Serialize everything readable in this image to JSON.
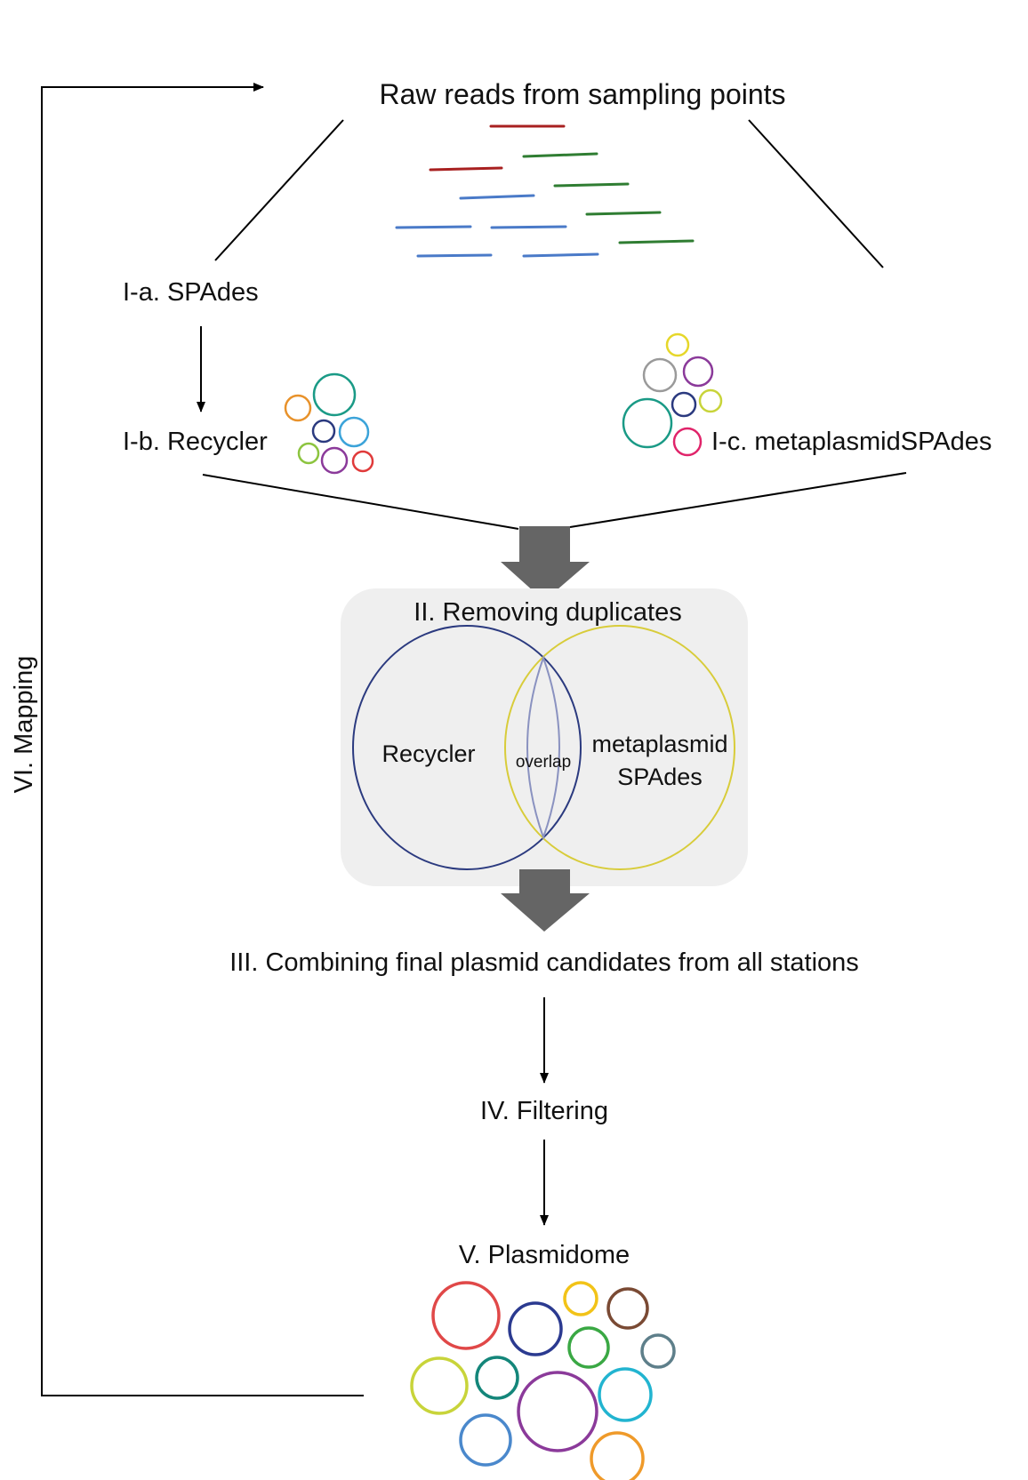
{
  "diagram": {
    "title": "Raw reads from sampling points",
    "steps": {
      "spades": "I-a. SPAdes",
      "recycler": "I-b. Recycler",
      "metaplasmidspades": "I-c. metaplasmidSPAdes",
      "removing_duplicates": "II. Removing duplicates",
      "combining": "III. Combining final plasmid candidates from all stations",
      "filtering": "IV. Filtering",
      "plasmidome": "V. Plasmidome",
      "mapping": "VI. Mapping"
    },
    "venn": {
      "left_label": "Recycler",
      "overlap_label": "overlap",
      "right_label_line1": "metaplasmid",
      "right_label_line2": "SPAdes",
      "left_color": "#2b3a7f",
      "right_color": "#d8cc3a",
      "overlap_stroke": "#8a92c0",
      "panel_color": "#efefef"
    },
    "colors": {
      "read_red": "#a82020",
      "read_green": "#2f7d32",
      "read_blue": "#4a7ac8",
      "flow_arrow": "#656565",
      "line": "#000000"
    }
  }
}
